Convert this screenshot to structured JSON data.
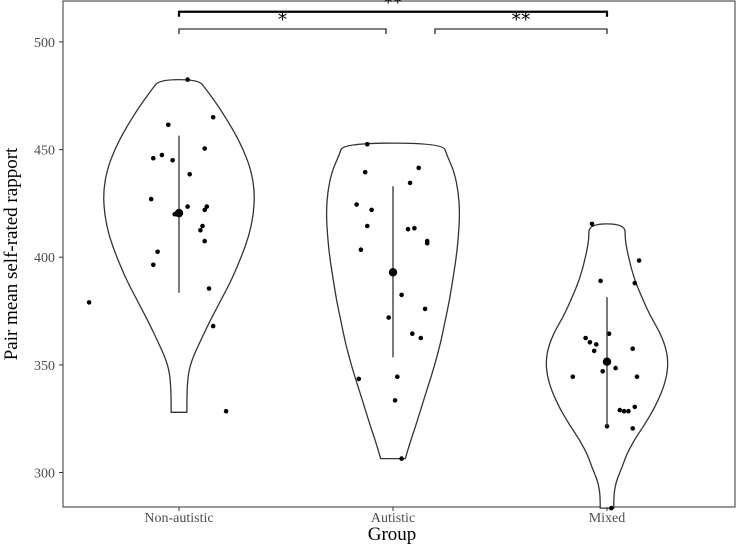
{
  "chart_data": {
    "type": "violin",
    "xlabel": "Group",
    "ylabel": "Pair mean self-rated rapport",
    "categories": [
      "Non-autistic",
      "Autistic",
      "Mixed"
    ],
    "yticks": [
      300,
      350,
      400,
      450,
      500
    ],
    "ylim": [
      284,
      519
    ],
    "grid": false,
    "groups": [
      {
        "name": "Non-autistic",
        "mean": 420.5,
        "ci": [
          383.5,
          456.5
        ],
        "range": [
          328,
          482.5
        ],
        "violin_widths": [
          [
            328,
            0.07
          ],
          [
            335,
            0.07
          ],
          [
            342,
            0.075
          ],
          [
            348,
            0.09
          ],
          [
            353,
            0.12
          ],
          [
            360,
            0.18
          ],
          [
            370,
            0.27
          ],
          [
            380,
            0.37
          ],
          [
            390,
            0.47
          ],
          [
            400,
            0.55
          ],
          [
            410,
            0.62
          ],
          [
            420,
            0.66
          ],
          [
            430,
            0.67
          ],
          [
            440,
            0.64
          ],
          [
            450,
            0.57
          ],
          [
            460,
            0.47
          ],
          [
            470,
            0.35
          ],
          [
            478,
            0.24
          ],
          [
            482.5,
            0.17
          ]
        ],
        "points": [
          {
            "x": 0.22,
            "y": 328.5
          },
          {
            "x": -0.12,
            "y": 396.5
          },
          {
            "x": -0.1,
            "y": 402.5
          },
          {
            "x": -0.42,
            "y": 379
          },
          {
            "x": -0.02,
            "y": 420
          },
          {
            "x": 0.04,
            "y": 423.5
          },
          {
            "x": -0.13,
            "y": 427
          },
          {
            "x": -0.12,
            "y": 446
          },
          {
            "x": -0.08,
            "y": 447.5
          },
          {
            "x": -0.03,
            "y": 445
          },
          {
            "x": 0.05,
            "y": 438.5
          },
          {
            "x": 0.12,
            "y": 450.5
          },
          {
            "x": 0.16,
            "y": 465
          },
          {
            "x": -0.05,
            "y": 461.5
          },
          {
            "x": 0.04,
            "y": 482.5
          },
          {
            "x": 0.1,
            "y": 412.5
          },
          {
            "x": 0.11,
            "y": 414.5
          },
          {
            "x": 0.12,
            "y": 422
          },
          {
            "x": 0.13,
            "y": 423.5
          },
          {
            "x": 0.12,
            "y": 407.5
          },
          {
            "x": 0.14,
            "y": 385.5
          },
          {
            "x": 0.16,
            "y": 368
          }
        ]
      },
      {
        "name": "Autistic",
        "mean": 393,
        "ci": [
          353.5,
          433
        ],
        "range": [
          306.5,
          453
        ],
        "violin_widths": [
          [
            306.5,
            0.11
          ],
          [
            312,
            0.14
          ],
          [
            320,
            0.19
          ],
          [
            330,
            0.25
          ],
          [
            340,
            0.31
          ],
          [
            350,
            0.37
          ],
          [
            360,
            0.42
          ],
          [
            370,
            0.46
          ],
          [
            380,
            0.5
          ],
          [
            390,
            0.53
          ],
          [
            400,
            0.56
          ],
          [
            410,
            0.58
          ],
          [
            420,
            0.59
          ],
          [
            430,
            0.58
          ],
          [
            440,
            0.54
          ],
          [
            447,
            0.48
          ],
          [
            453,
            0.44
          ]
        ],
        "points": [
          {
            "x": -0.16,
            "y": 343.5
          },
          {
            "x": -0.15,
            "y": 403.5
          },
          {
            "x": -0.17,
            "y": 424.5
          },
          {
            "x": -0.13,
            "y": 439.5
          },
          {
            "x": -0.12,
            "y": 414.5
          },
          {
            "x": -0.1,
            "y": 422
          },
          {
            "x": -0.12,
            "y": 452.5
          },
          {
            "x": -0.02,
            "y": 372
          },
          {
            "x": 0.01,
            "y": 333.5
          },
          {
            "x": 0.02,
            "y": 344.5
          },
          {
            "x": 0.04,
            "y": 382.5
          },
          {
            "x": 0.04,
            "y": 306.5
          },
          {
            "x": 0.07,
            "y": 413
          },
          {
            "x": 0.1,
            "y": 413.5
          },
          {
            "x": 0.08,
            "y": 434.5
          },
          {
            "x": 0.12,
            "y": 441.5
          },
          {
            "x": 0.13,
            "y": 362.5
          },
          {
            "x": 0.09,
            "y": 364.5
          },
          {
            "x": 0.15,
            "y": 376
          },
          {
            "x": 0.16,
            "y": 407.5
          },
          {
            "x": 0.16,
            "y": 406.5
          }
        ]
      },
      {
        "name": "Mixed",
        "mean": 351.5,
        "ci": [
          321.5,
          381.5
        ],
        "range": [
          283.5,
          415.5
        ],
        "violin_widths": [
          [
            283.5,
            0.06
          ],
          [
            288,
            0.06
          ],
          [
            293,
            0.07
          ],
          [
            297,
            0.09
          ],
          [
            302,
            0.13
          ],
          [
            308,
            0.17
          ],
          [
            315,
            0.24
          ],
          [
            322,
            0.33
          ],
          [
            330,
            0.42
          ],
          [
            338,
            0.49
          ],
          [
            345,
            0.53
          ],
          [
            352,
            0.54
          ],
          [
            358,
            0.52
          ],
          [
            365,
            0.47
          ],
          [
            372,
            0.39
          ],
          [
            380,
            0.32
          ],
          [
            390,
            0.24
          ],
          [
            400,
            0.19
          ],
          [
            408,
            0.16
          ],
          [
            415.5,
            0.16
          ]
        ],
        "points": [
          {
            "x": 0.02,
            "y": 283.5
          },
          {
            "x": -0.16,
            "y": 344.5
          },
          {
            "x": -0.1,
            "y": 362.5
          },
          {
            "x": -0.08,
            "y": 360.5
          },
          {
            "x": -0.06,
            "y": 356.5
          },
          {
            "x": -0.05,
            "y": 359.5
          },
          {
            "x": -0.03,
            "y": 389
          },
          {
            "x": -0.02,
            "y": 347
          },
          {
            "x": 0.0,
            "y": 321.5
          },
          {
            "x": 0.01,
            "y": 364.5
          },
          {
            "x": 0.04,
            "y": 348.5
          },
          {
            "x": 0.06,
            "y": 329
          },
          {
            "x": 0.08,
            "y": 328.5
          },
          {
            "x": 0.1,
            "y": 328.5
          },
          {
            "x": 0.12,
            "y": 357.5
          },
          {
            "x": 0.12,
            "y": 320.5
          },
          {
            "x": 0.13,
            "y": 330.5
          },
          {
            "x": 0.14,
            "y": 344.5
          },
          {
            "x": 0.13,
            "y": 388
          },
          {
            "x": 0.15,
            "y": 398.5
          },
          {
            "x": -0.07,
            "y": 415.5
          }
        ]
      }
    ],
    "significance": [
      {
        "from": "Non-autistic",
        "to": "Autistic",
        "label": "*",
        "y": 506
      },
      {
        "from": "Autistic",
        "to": "Mixed",
        "label": "**",
        "y": 506
      },
      {
        "from": "Non-autistic",
        "to": "Mixed",
        "label": "**",
        "y": 514
      }
    ]
  }
}
